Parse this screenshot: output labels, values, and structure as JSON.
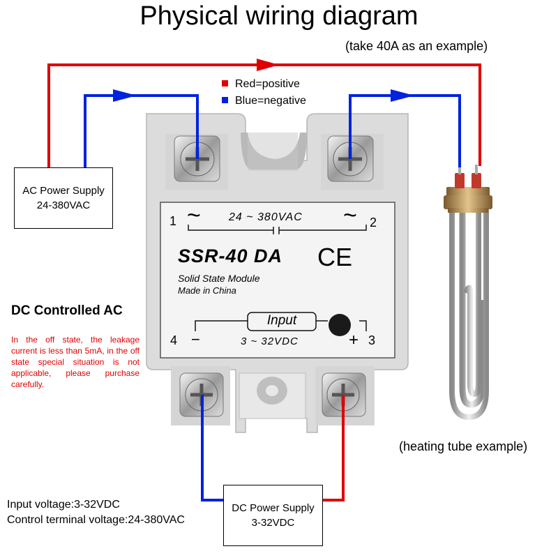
{
  "title": "Physical wiring diagram",
  "subtitle": "(take 40A as an example)",
  "legend": {
    "red_label": "Red=positive",
    "blue_label": "Blue=negative",
    "red_color": "#e00000",
    "blue_color": "#0022dd"
  },
  "ac_supply": {
    "line1": "AC Power Supply",
    "line2": "24-380VAC"
  },
  "dc_supply": {
    "line1": "DC Power Supply",
    "line2": "3-32VDC"
  },
  "module": {
    "terminal_1": "1",
    "terminal_2": "2",
    "terminal_3": "3",
    "terminal_4": "4",
    "tilde": "~",
    "ac_range": "24 ~ 380VAC",
    "model": "SSR-40 DA",
    "ce_mark": "CE",
    "description": "Solid State Module",
    "origin": "Made in China",
    "input_label": "Input",
    "minus": "−",
    "plus": "+",
    "dc_range": "3 ~ 32VDC"
  },
  "dc_controlled": {
    "heading": "DC Controlled AC",
    "note": "In the off state, the leakage current is less than 5mA, in the off state special situation is not applicable, please purchase carefully."
  },
  "specs": {
    "input_voltage": "Input voltage:3-32VDC",
    "control_voltage": "Control terminal voltage:24-380VAC"
  },
  "tube_caption": "(heating tube example)",
  "colors": {
    "module_body": "#dcdcdc",
    "panel": "#f4f4f4",
    "wire_red": "#e00000",
    "wire_blue": "#0022dd"
  }
}
